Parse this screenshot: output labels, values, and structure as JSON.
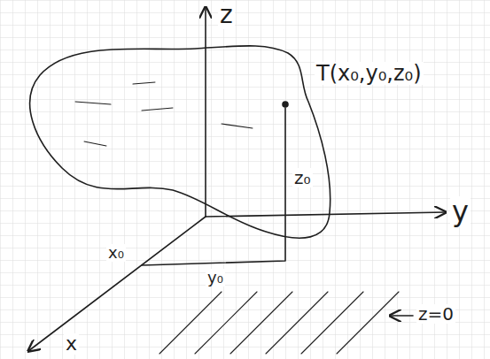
{
  "diagram": {
    "labels": [
      "z",
      "T(x₀,y₀,z₀)",
      "z₀",
      "y",
      "x₀",
      "y₀",
      "x",
      "z=0"
    ]
  }
}
